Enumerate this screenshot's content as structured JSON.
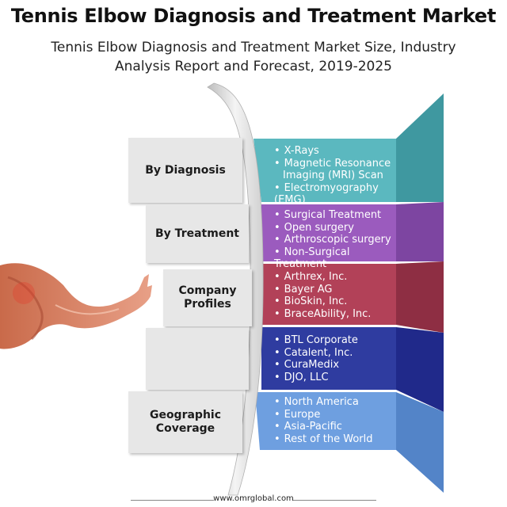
{
  "title": "Tennis Elbow Diagnosis and Treatment Market",
  "subtitle_lines": [
    "Tennis Elbow Diagnosis and Treatment Market Size, Industry",
    "Analysis Report and Forecast, 2019-2025"
  ],
  "segments": [
    {
      "label_lines": [
        "By Diagnosis"
      ],
      "color": "#5bb8bf",
      "items": [
        "X-Rays",
        "Magnetic Resonance Imaging (MRI) Scan",
        "Electromyography (EMG)"
      ]
    },
    {
      "label_lines": [
        "By Treatment"
      ],
      "color": "#9b5bbe",
      "items": [
        "Surgical Treatment",
        "Open surgery",
        "Arthroscopic surgery",
        "Non-Surgical Treatment"
      ]
    },
    {
      "label_lines": [
        "Company",
        "Profiles"
      ],
      "color": "#b24158",
      "items": [
        "Arthrex, Inc.",
        "Bayer AG",
        "BioSkin, Inc.",
        "BraceAbility, Inc."
      ]
    },
    {
      "label_lines": [],
      "color": "#2f3ca0",
      "items": [
        "BTL Corporate",
        "Catalent, Inc.",
        "CuraMedix",
        "DJO, LLC"
      ]
    },
    {
      "label_lines": [
        "Geographic",
        "Coverage"
      ],
      "color": "#6e9fe0",
      "items": [
        "North America",
        "Europe",
        "Asia-Pacific",
        "Rest of the World"
      ]
    }
  ],
  "footer": "www.omrglobal.com"
}
